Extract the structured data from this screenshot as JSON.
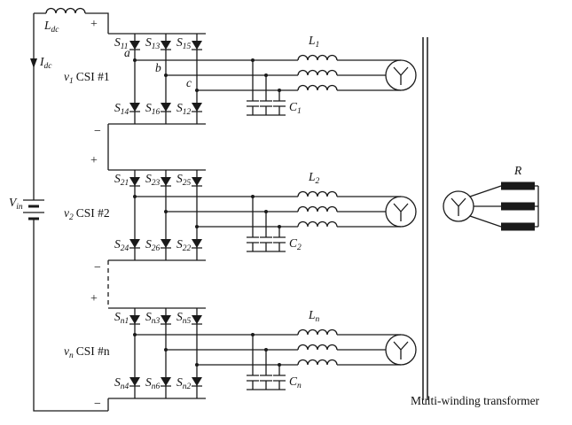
{
  "labels": {
    "Ldc": {
      "main": "L",
      "sub": "dc"
    },
    "Idc": {
      "main": "I",
      "sub": "dc"
    },
    "Vin": {
      "main": "V",
      "sub": "in"
    },
    "plus": "+",
    "minus": "−",
    "phases": {
      "a": "a",
      "b": "b",
      "c": "c"
    },
    "R": "R",
    "caption": "Multi-winding transformer"
  },
  "modules": [
    {
      "v": {
        "main": "v",
        "sub": "1"
      },
      "name": "CSI #1",
      "L": {
        "main": "L",
        "sub": "1"
      },
      "C": {
        "main": "C",
        "sub": "1"
      },
      "sw_top": [
        {
          "main": "S",
          "sub": "11"
        },
        {
          "main": "S",
          "sub": "13"
        },
        {
          "main": "S",
          "sub": "15"
        }
      ],
      "sw_bottom": [
        {
          "main": "S",
          "sub": "14"
        },
        {
          "main": "S",
          "sub": "16"
        },
        {
          "main": "S",
          "sub": "12"
        }
      ]
    },
    {
      "v": {
        "main": "v",
        "sub": "2"
      },
      "name": "CSI #2",
      "L": {
        "main": "L",
        "sub": "2"
      },
      "C": {
        "main": "C",
        "sub": "2"
      },
      "sw_top": [
        {
          "main": "S",
          "sub": "21"
        },
        {
          "main": "S",
          "sub": "23"
        },
        {
          "main": "S",
          "sub": "25"
        }
      ],
      "sw_bottom": [
        {
          "main": "S",
          "sub": "24"
        },
        {
          "main": "S",
          "sub": "26"
        },
        {
          "main": "S",
          "sub": "22"
        }
      ]
    },
    {
      "v": {
        "main": "v",
        "sub": "n"
      },
      "name": "CSI #n",
      "L": {
        "main": "L",
        "sub": "n"
      },
      "C": {
        "main": "C",
        "sub": "n"
      },
      "sw_top": [
        {
          "main": "S",
          "sub": "n1"
        },
        {
          "main": "S",
          "sub": "n3"
        },
        {
          "main": "S",
          "sub": "n5"
        }
      ],
      "sw_bottom": [
        {
          "main": "S",
          "sub": "n4"
        },
        {
          "main": "S",
          "sub": "n6"
        },
        {
          "main": "S",
          "sub": "n2"
        }
      ]
    }
  ]
}
